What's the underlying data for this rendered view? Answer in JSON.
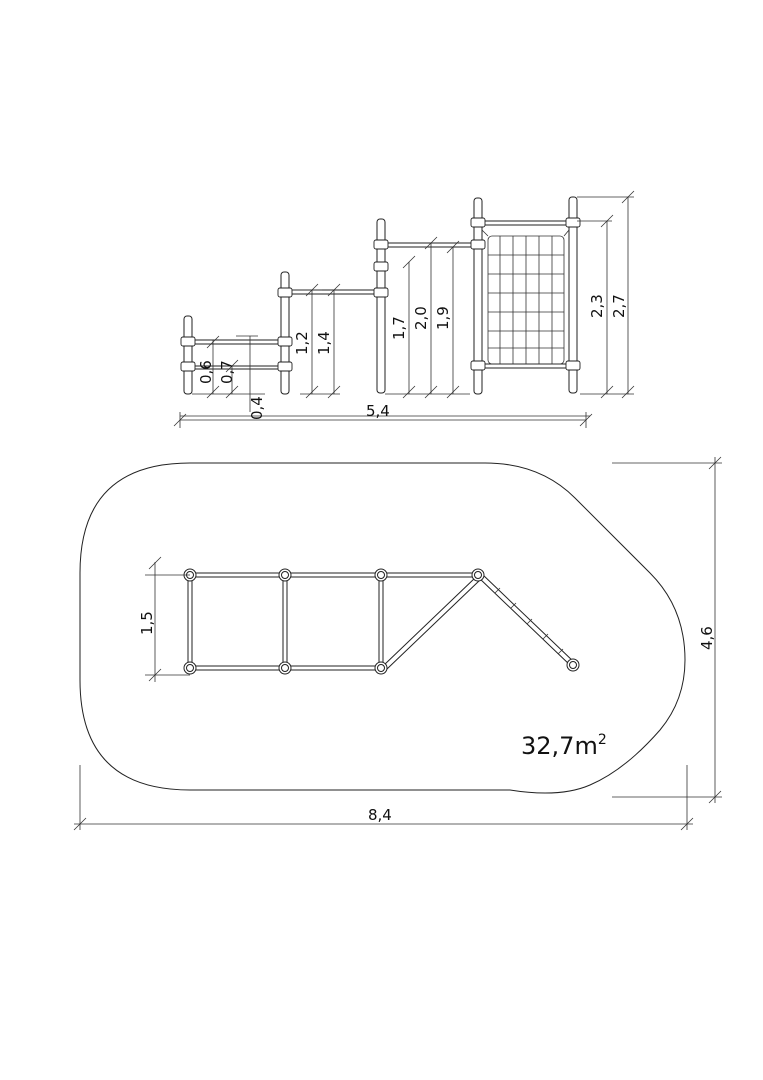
{
  "elevation": {
    "dimensions": {
      "height_low_bar": "0,6",
      "height_low_bar_top": "0,7",
      "spacing": "0,4",
      "height_post_2": "1,2",
      "height_bar_2": "1,4",
      "height_bar_3": "1,7",
      "height_post_3": "2,0",
      "height_bar_3b": "1,9",
      "net_height": "2,3",
      "total_height": "2,7",
      "total_length": "5,4"
    }
  },
  "plan": {
    "dimensions": {
      "width": "1,5",
      "depth": "4,6",
      "length": "8,4"
    },
    "area": {
      "value": "32,7m",
      "superscript": "2"
    }
  },
  "colors": {
    "line": "#222222",
    "background": "#ffffff"
  }
}
